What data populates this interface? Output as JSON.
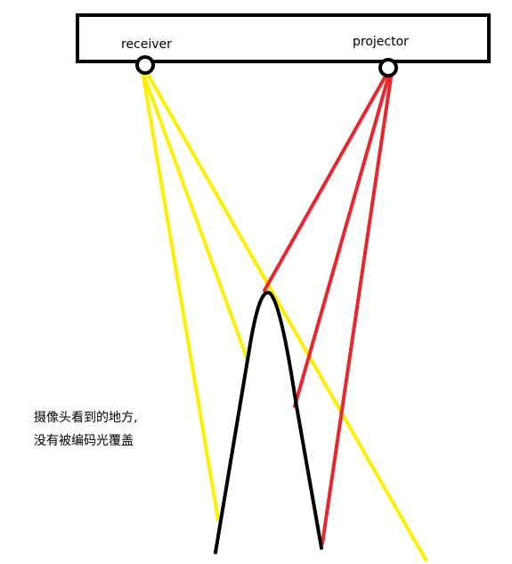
{
  "labels": {
    "receiver": "receiver",
    "projector": "projector"
  },
  "annotation": {
    "line1": "摄像头看到的地方,",
    "line2": "没有被编码光覆盖"
  },
  "colors": {
    "receiver_rays": "#ffee00",
    "projector_rays": "#e8262b",
    "surface": "#000000",
    "bar": "#000000",
    "background": "#ffffff"
  }
}
